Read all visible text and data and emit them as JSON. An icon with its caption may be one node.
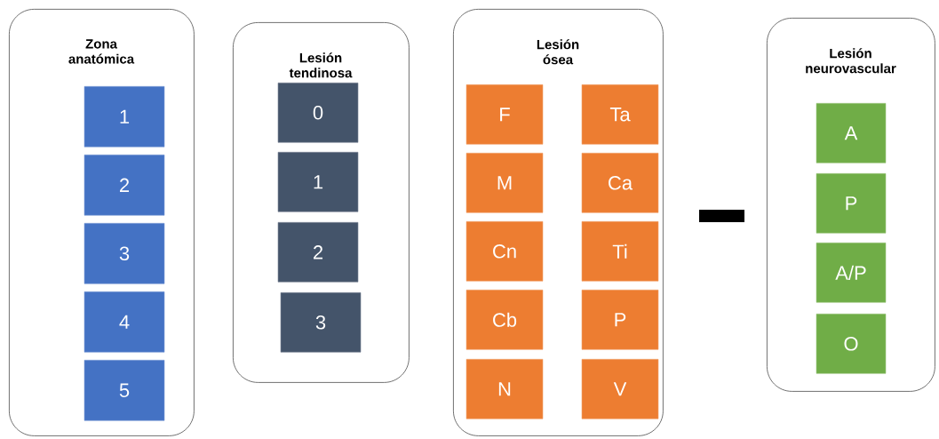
{
  "diagram": {
    "nodes": [
      {
        "text": [
          "Zona anatómica"
        ]
      },
      {
        "text": [
          "1"
        ],
        "in": 0
      },
      {
        "text": [
          "2"
        ],
        "in": 0
      },
      {
        "text": [
          "3"
        ],
        "in": 0
      },
      {
        "text": [
          "4"
        ],
        "in": 0
      },
      {
        "text": [
          "5"
        ],
        "in": 0
      },
      {
        "text": [
          "Lesión tendinosa"
        ]
      },
      {
        "text": [
          "0"
        ],
        "in": 6
      },
      {
        "text": [
          "1"
        ],
        "in": 6
      },
      {
        "text": [
          "2"
        ],
        "in": 6
      },
      {
        "text": [
          "3"
        ],
        "in": 6
      },
      {
        "text": [
          "Lesión ósea"
        ]
      },
      {
        "text": [
          "F"
        ],
        "in": 11
      },
      {
        "text": [
          "Ta"
        ],
        "in": 11
      },
      {
        "text": [
          "M"
        ],
        "in": 11
      },
      {
        "text": [
          "Ca"
        ],
        "in": 11
      },
      {
        "text": [
          "Cn"
        ],
        "in": 11
      },
      {
        "text": [
          "Ti"
        ],
        "in": 11
      },
      {
        "text": [
          "Cb"
        ],
        "in": 11
      },
      {
        "text": [
          "P"
        ],
        "in": 11
      },
      {
        "text": [
          "N"
        ],
        "in": 11
      },
      {
        "text": [
          "V"
        ],
        "in": 11
      },
      {
        "text": [
          "Lesión neurovascular"
        ]
      },
      {
        "text": [
          "A"
        ],
        "in": 22
      },
      {
        "text": [
          "P"
        ],
        "in": 22
      },
      {
        "text": [
          "A/P"
        ],
        "in": 22
      },
      {
        "text": [
          "O"
        ],
        "in": 22
      }
    ]
  }
}
